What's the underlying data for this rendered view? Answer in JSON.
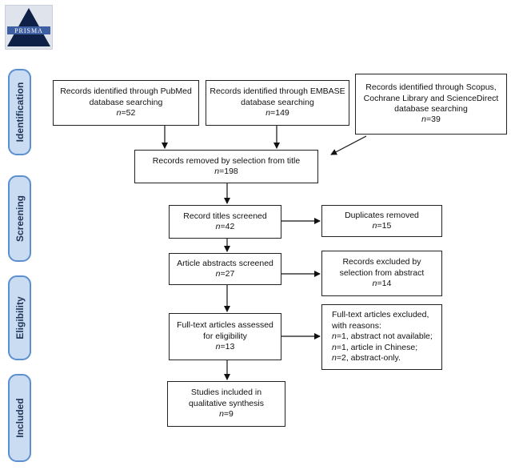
{
  "logo": {
    "text": "PRISMA",
    "icon": "prisma-logo"
  },
  "stages": {
    "identification": "Identification",
    "screening": "Screening",
    "eligibility": "Eligibility",
    "included": "Included"
  },
  "boxes": {
    "pubmed": {
      "l1": "Records identified through PubMed",
      "l2": "database searching",
      "n": "=52"
    },
    "embase": {
      "l1": "Records identified through EMBASE",
      "l2": "database searching",
      "n": "=149"
    },
    "scopus": {
      "l1": "Records identified through Scopus,",
      "l2": "Cochrane Library and ScienceDirect",
      "l3": "database searching",
      "n": "=39"
    },
    "removed_title": {
      "l1": "Records removed by selection from title",
      "n": "=198"
    },
    "titles_screened": {
      "l1": "Record titles screened",
      "n": "=42"
    },
    "duplicates": {
      "l1": "Duplicates removed",
      "n": "=15"
    },
    "abstracts_screened": {
      "l1": "Article abstracts screened",
      "n": "=27"
    },
    "excluded_abstract": {
      "l1": "Records excluded by",
      "l2": "selection from abstract",
      "n": "=14"
    },
    "fulltext_assessed": {
      "l1": "Full-text articles assessed",
      "l2": "for eligibility",
      "n": "=13"
    },
    "fulltext_excluded": {
      "l1": "Full-text articles excluded,",
      "l2": "with reasons:",
      "r1": "=1, abstract not available;",
      "r2": "=1, article in Chinese;",
      "r3": "=2, abstract-only."
    },
    "included": {
      "l1": "Studies included in",
      "l2": "qualitative synthesis",
      "n": "=9"
    }
  },
  "n_symbol": "n"
}
